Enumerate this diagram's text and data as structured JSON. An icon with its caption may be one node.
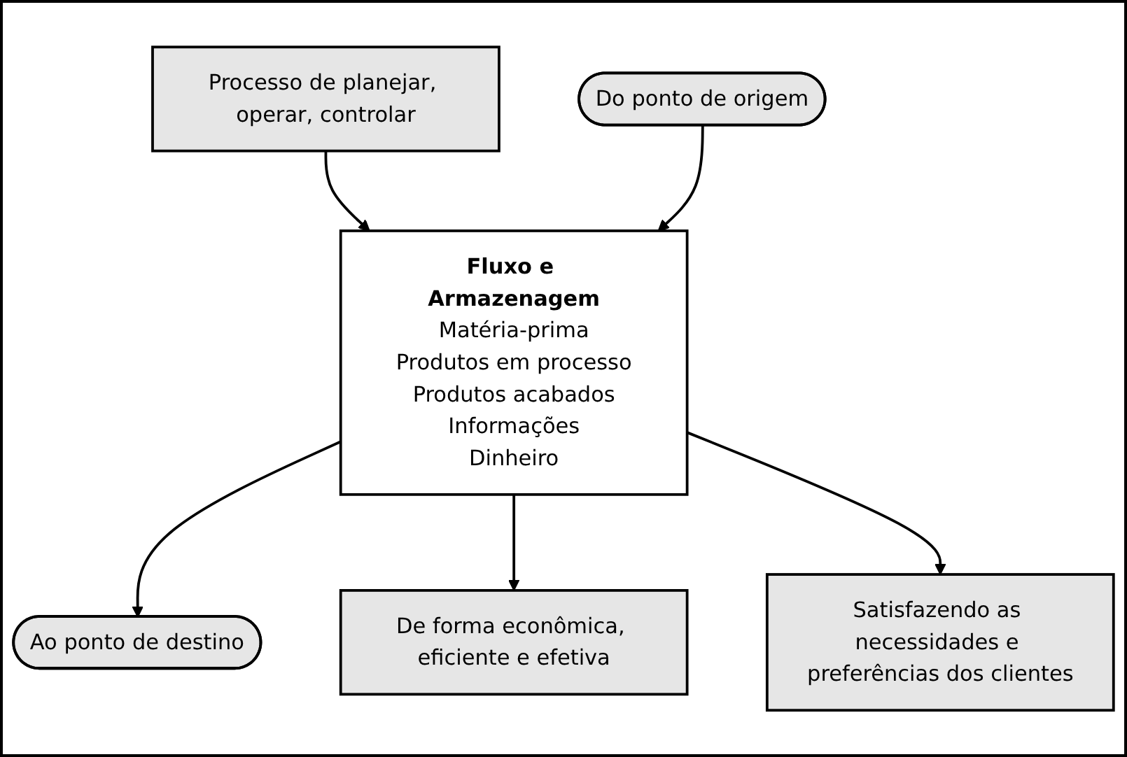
{
  "diagram": {
    "nodes": [
      {
        "text": [
          "Processo de planejar, operar, controlar"
        ]
      },
      {
        "text": [
          "Fluxo e Armazenagem",
          "Matéria-prima",
          "Produtos em processo",
          "Produtos acabados",
          "Informações",
          "Dinheiro"
        ]
      },
      {
        "text": [
          "Do ponto de origem"
        ]
      },
      {
        "text": [
          "Ao ponto de destino"
        ]
      },
      {
        "text": [
          "De forma econômica, eficiente e efetiva"
        ]
      },
      {
        "text": [
          "Satisfazendo as necessidades e preferências dos clientes"
        ]
      }
    ],
    "edges": [
      {
        "from": 0,
        "to": 1,
        "arrow": "to"
      },
      {
        "from": 2,
        "to": 1,
        "arrow": "to"
      },
      {
        "from": 1,
        "to": 3,
        "arrow": "to"
      },
      {
        "from": 1,
        "to": 4,
        "arrow": "to"
      },
      {
        "from": 1,
        "to": 5,
        "arrow": "to"
      }
    ]
  }
}
